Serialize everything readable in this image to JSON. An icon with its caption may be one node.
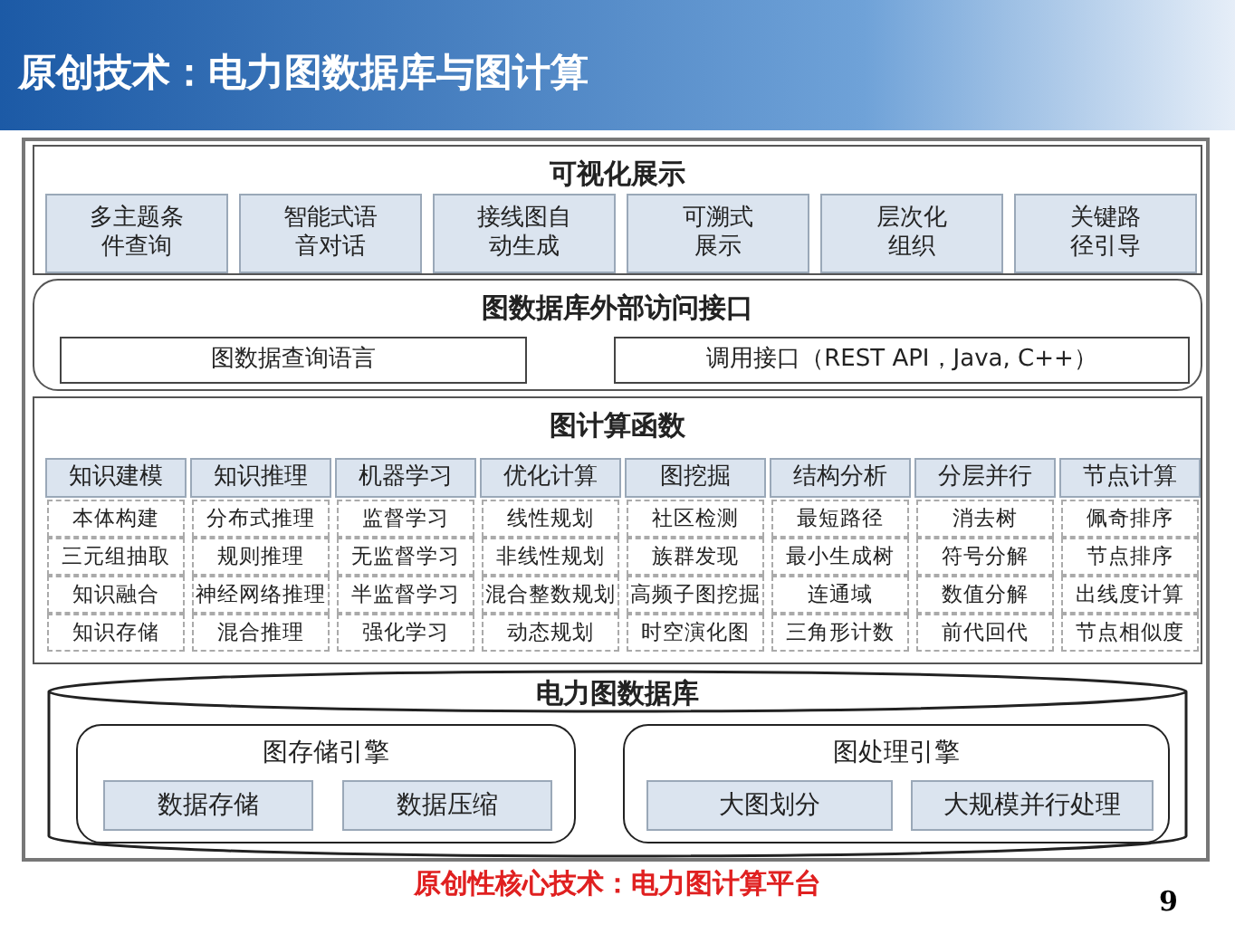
{
  "diagram": {
    "title": "原创技术：电力图数据库与图计算",
    "caption": "原创性核心技术：电力图计算平台",
    "nodes": [
      {
        "text": [
          "可视化展示"
        ]
      },
      {
        "text": [
          "多主题条件查询"
        ],
        "in": 0
      },
      {
        "text": [
          "智能式语音对话"
        ],
        "in": 0
      },
      {
        "text": [
          "接线图自动生成"
        ],
        "in": 0
      },
      {
        "text": [
          "可溯式展示"
        ],
        "in": 0
      },
      {
        "text": [
          "层次化组织"
        ],
        "in": 0
      },
      {
        "text": [
          "关键路径引导"
        ],
        "in": 0
      },
      {
        "text": [
          "图数据库外部访问接口"
        ]
      },
      {
        "text": [
          "图数据查询语言"
        ],
        "in": 7
      },
      {
        "text": [
          "调用接口（REST API，Java, C++）"
        ],
        "in": 7
      },
      {
        "text": [
          "图计算函数"
        ]
      },
      {
        "text": [
          "知识建模"
        ],
        "in": 10
      },
      {
        "text": [
          "知识推理"
        ],
        "in": 10
      },
      {
        "text": [
          "机器学习"
        ],
        "in": 10
      },
      {
        "text": [
          "优化计算"
        ],
        "in": 10
      },
      {
        "text": [
          "图挖掘"
        ],
        "in": 10
      },
      {
        "text": [
          "结构分析"
        ],
        "in": 10
      },
      {
        "text": [
          "分层并行"
        ],
        "in": 10
      },
      {
        "text": [
          "节点计算"
        ],
        "in": 10
      },
      {
        "text": [
          "本体构建"
        ],
        "in": 10
      },
      {
        "text": [
          "分布式推理"
        ],
        "in": 10
      },
      {
        "text": [
          "监督学习"
        ],
        "in": 10
      },
      {
        "text": [
          "线性规划"
        ],
        "in": 10
      },
      {
        "text": [
          "社区检测"
        ],
        "in": 10
      },
      {
        "text": [
          "最短路径"
        ],
        "in": 10
      },
      {
        "text": [
          "消去树"
        ],
        "in": 10
      },
      {
        "text": [
          "佩奇排序"
        ],
        "in": 10
      },
      {
        "text": [
          "三元组抽取"
        ],
        "in": 10
      },
      {
        "text": [
          "规则推理"
        ],
        "in": 10
      },
      {
        "text": [
          "无监督学习"
        ],
        "in": 10
      },
      {
        "text": [
          "非线性规划"
        ],
        "in": 10
      },
      {
        "text": [
          "族群发现"
        ],
        "in": 10
      },
      {
        "text": [
          "最小生成树"
        ],
        "in": 10
      },
      {
        "text": [
          "符号分解"
        ],
        "in": 10
      },
      {
        "text": [
          "节点排序"
        ],
        "in": 10
      },
      {
        "text": [
          "知识融合"
        ],
        "in": 10
      },
      {
        "text": [
          "神经网络推理"
        ],
        "in": 10
      },
      {
        "text": [
          "半监督学习"
        ],
        "in": 10
      },
      {
        "text": [
          "混合整数规划"
        ],
        "in": 10
      },
      {
        "text": [
          "高频子图挖掘"
        ],
        "in": 10
      },
      {
        "text": [
          "连通域"
        ],
        "in": 10
      },
      {
        "text": [
          "数值分解"
        ],
        "in": 10
      },
      {
        "text": [
          "出线度计算"
        ],
        "in": 10
      },
      {
        "text": [
          "知识存储"
        ],
        "in": 10
      },
      {
        "text": [
          "混合推理"
        ],
        "in": 10
      },
      {
        "text": [
          "强化学习"
        ],
        "in": 10
      },
      {
        "text": [
          "动态规划"
        ],
        "in": 10
      },
      {
        "text": [
          "时空演化图"
        ],
        "in": 10
      },
      {
        "text": [
          "三角形计数"
        ],
        "in": 10
      },
      {
        "text": [
          "前代回代"
        ],
        "in": 10
      },
      {
        "text": [
          "节点相似度"
        ],
        "in": 10
      },
      {
        "text": [
          "电力图数据库"
        ]
      },
      {
        "text": [
          "图存储引擎"
        ],
        "in": 51
      },
      {
        "text": [
          "数据存储"
        ],
        "in": 52
      },
      {
        "text": [
          "数据压缩"
        ],
        "in": 52
      },
      {
        "text": [
          "图处理引擎"
        ],
        "in": 51
      },
      {
        "text": [
          "大图划分"
        ],
        "in": 55
      },
      {
        "text": [
          "大规模并行处理"
        ],
        "in": 55
      }
    ],
    "labels": [
      "9"
    ]
  }
}
